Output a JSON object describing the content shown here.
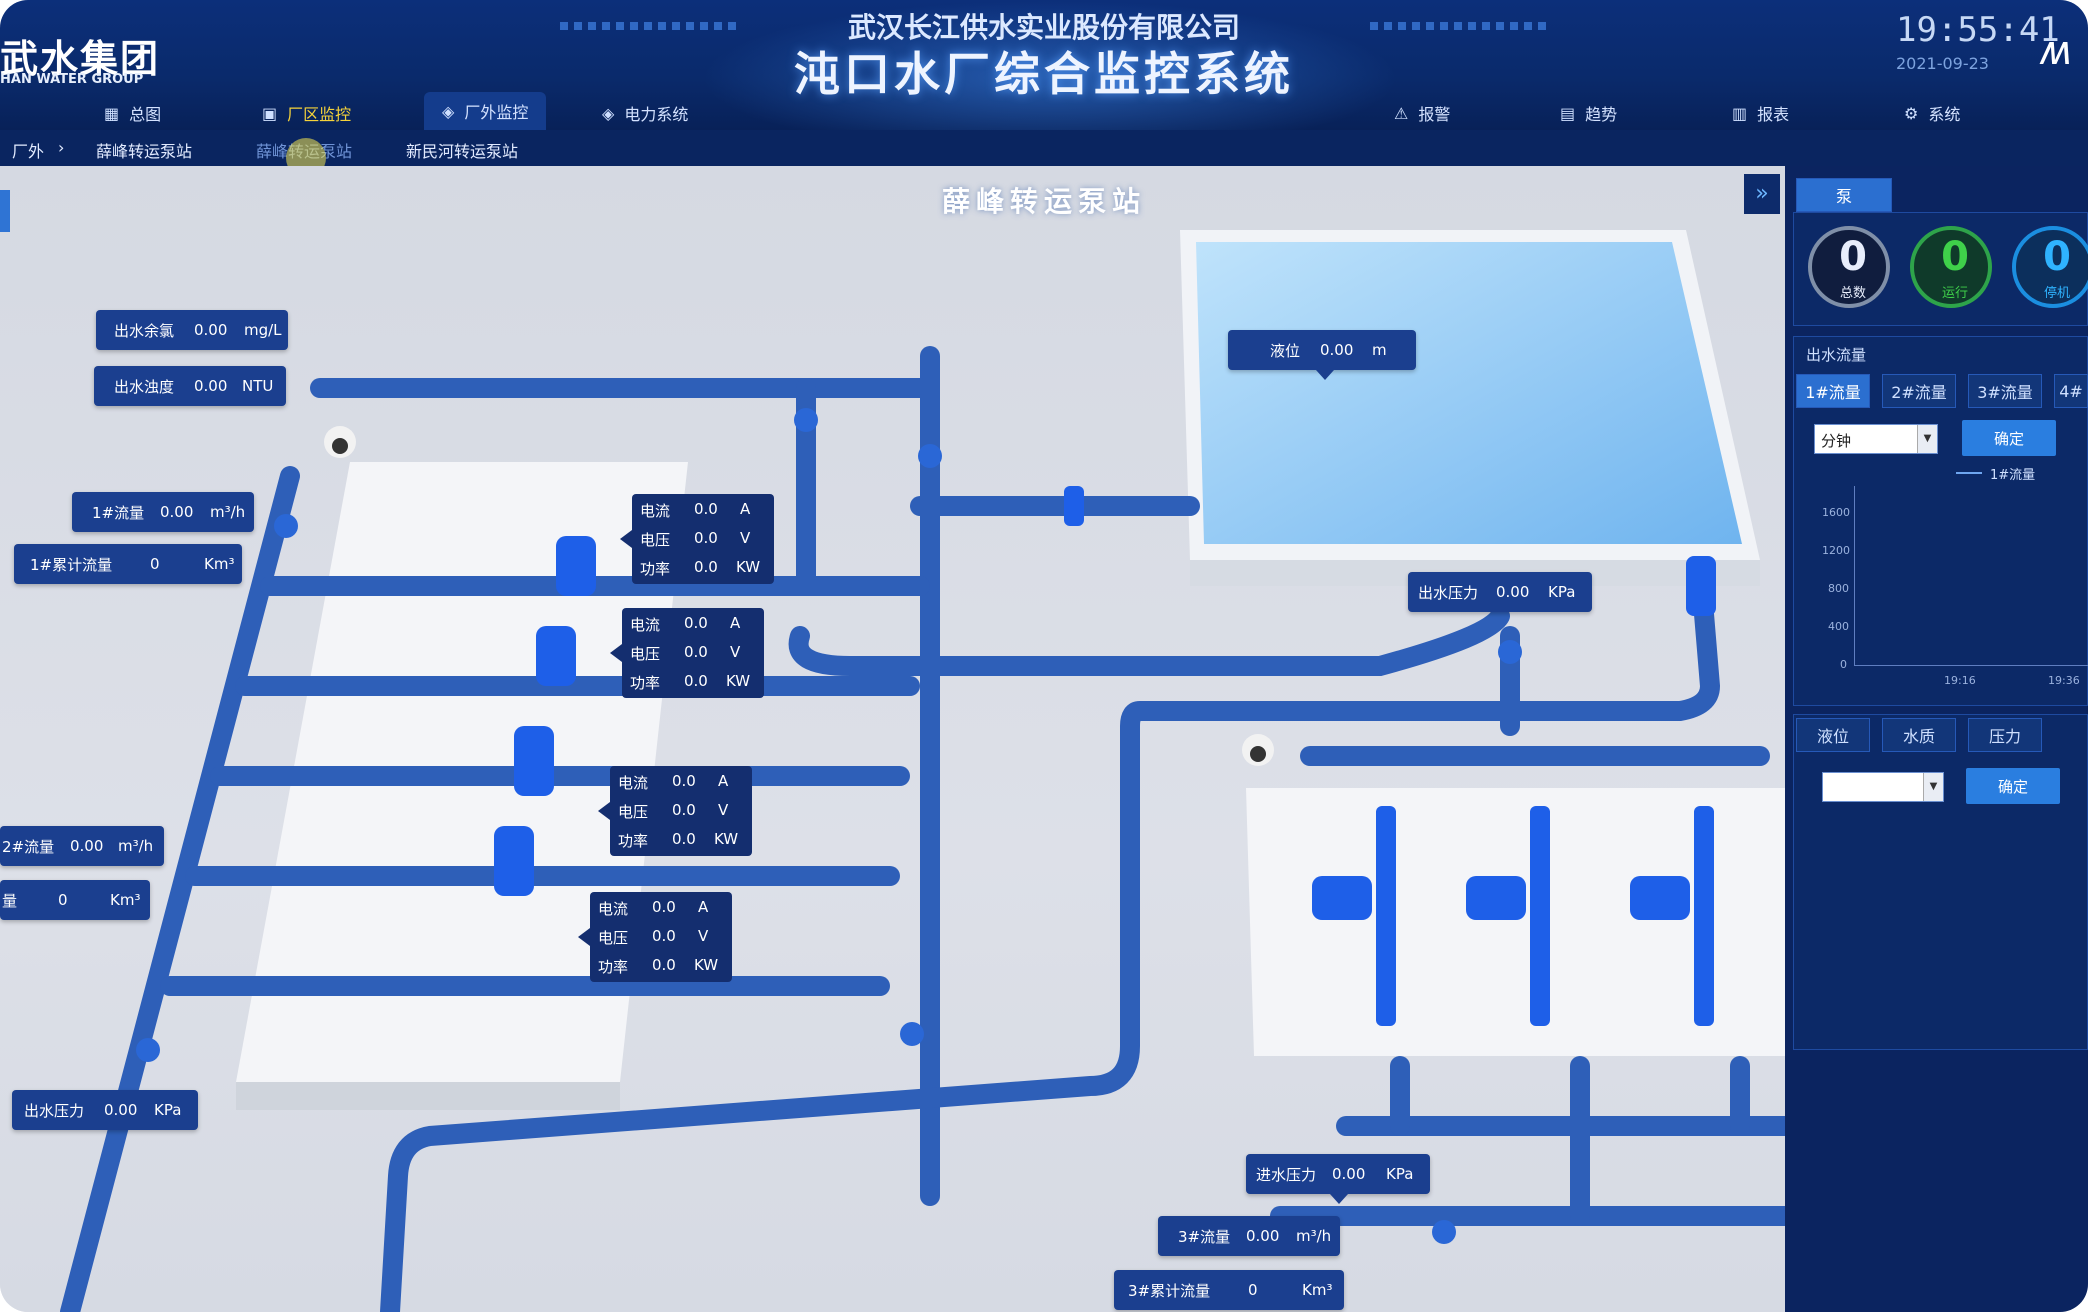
{
  "header": {
    "logo_text": "武水集团",
    "logo_sub": "HAN WATER GROUP",
    "company": "武汉长江供水实业股份有限公司",
    "system_title": "沌口水厂综合监控系统",
    "time": "19:55:41",
    "date": "2021-09-23",
    "brand_icon": "wave-logo-icon"
  },
  "nav": {
    "items": [
      {
        "label": "总图",
        "icon": "map-icon"
      },
      {
        "label": "厂区监控",
        "icon": "monitor-icon",
        "active": true
      },
      {
        "label": "厂外监控",
        "icon": "camera-icon"
      },
      {
        "label": "电力系统",
        "icon": "power-icon"
      },
      {
        "label": "报警",
        "icon": "alarm-icon"
      },
      {
        "label": "趋势",
        "icon": "trend-icon"
      },
      {
        "label": "报表",
        "icon": "report-icon"
      },
      {
        "label": "系统",
        "icon": "gear-icon"
      }
    ]
  },
  "breadcrumb": {
    "root": "厂外",
    "items": [
      "薛峰转运泵站",
      "薛峰转运泵站",
      "新民河转运泵站"
    ]
  },
  "scene": {
    "station_title": "薛峰转运泵站",
    "labels": {
      "out_chlorine": {
        "name": "出水余氯",
        "value": "0.00",
        "unit": "mg/L"
      },
      "out_turbidity": {
        "name": "出水浊度",
        "value": "0.00",
        "unit": "NTU"
      },
      "flow1": {
        "name": "1#流量",
        "value": "0.00",
        "unit": "m³/h"
      },
      "cum1": {
        "name": "1#累计流量",
        "value": "0",
        "unit": "Km³"
      },
      "flow2": {
        "name": "2#流量",
        "value": "0.00",
        "unit": "m³/h"
      },
      "cum2": {
        "name": "量",
        "value": "0",
        "unit": "Km³"
      },
      "out_pressure_left": {
        "name": "出水压力",
        "value": "0.00",
        "unit": "KPa"
      },
      "level": {
        "name": "液位",
        "value": "0.00",
        "unit": "m"
      },
      "out_pressure_right": {
        "name": "出水压力",
        "value": "0.00",
        "unit": "KPa"
      },
      "in_pressure": {
        "name": "进水压力",
        "value": "0.00",
        "unit": "KPa"
      },
      "flow3": {
        "name": "3#流量",
        "value": "0.00",
        "unit": "m³/h"
      },
      "cum3": {
        "name": "3#累计流量",
        "value": "0",
        "unit": "Km³"
      }
    },
    "pumps": [
      {
        "rows": [
          {
            "k": "电流",
            "v": "0.0",
            "u": "A"
          },
          {
            "k": "电压",
            "v": "0.0",
            "u": "V"
          },
          {
            "k": "功率",
            "v": "0.0",
            "u": "KW"
          }
        ]
      },
      {
        "rows": [
          {
            "k": "电流",
            "v": "0.0",
            "u": "A"
          },
          {
            "k": "电压",
            "v": "0.0",
            "u": "V"
          },
          {
            "k": "功率",
            "v": "0.0",
            "u": "KW"
          }
        ]
      },
      {
        "rows": [
          {
            "k": "电流",
            "v": "0.0",
            "u": "A"
          },
          {
            "k": "电压",
            "v": "0.0",
            "u": "V"
          },
          {
            "k": "功率",
            "v": "0.0",
            "u": "KW"
          }
        ]
      },
      {
        "rows": [
          {
            "k": "电流",
            "v": "0.0",
            "u": "A"
          },
          {
            "k": "电压",
            "v": "0.0",
            "u": "V"
          },
          {
            "k": "功率",
            "v": "0.0",
            "u": "KW"
          }
        ]
      }
    ]
  },
  "panel": {
    "pump_tab": "泵",
    "stats": [
      {
        "value": "0",
        "label": "总数",
        "color": "#e8eefc"
      },
      {
        "value": "0",
        "label": "运行",
        "color": "#3fd04a"
      },
      {
        "value": "0",
        "label": "停机",
        "color": "#2fb3ff"
      }
    ],
    "flow_title": "出水流量",
    "flow_tabs": [
      "1#流量",
      "2#流量",
      "3#流量",
      "4#"
    ],
    "interval_select": "分钟",
    "confirm": "确定",
    "legend": "1#流量",
    "y_ticks": [
      "1600",
      "1200",
      "800",
      "400",
      "0"
    ],
    "x_ticks": [
      "19:16",
      "19:36"
    ],
    "bottom_tabs": [
      "液位",
      "水质",
      "压力"
    ],
    "bottom_select": "",
    "confirm2": "确定"
  }
}
